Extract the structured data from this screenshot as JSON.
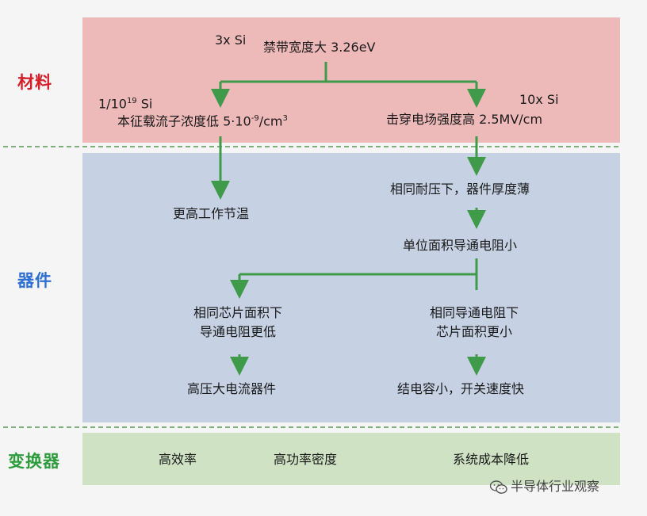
{
  "sections": {
    "material": "材料",
    "device": "器件",
    "converter": "变换器"
  },
  "colors": {
    "material_band": "#eeb9b9",
    "device_band": "#c6d2e4",
    "converter_band": "#cfe2c4",
    "material_label": "#d4202a",
    "device_label": "#2d6fd2",
    "converter_label": "#2e9b3c",
    "arrow": "#3f9a4a"
  },
  "material": {
    "ratio_bandgap": "3x Si",
    "bandgap": "禁带宽度大 3.26eV",
    "ratio_intrinsic": "1/10",
    "ratio_intrinsic_exp": "19",
    "ratio_intrinsic_unit": " Si",
    "intrinsic_text": "本征载流子浓度低  5·10",
    "intrinsic_exp": "-9",
    "intrinsic_unit": "/cm",
    "intrinsic_unit_exp": "3",
    "ratio_breakdown": "10x Si",
    "breakdown": "击穿电场强度高 2.5MV/cm"
  },
  "device": {
    "higher_temp": "更高工作节温",
    "thinner": "相同耐压下，器件厚度薄",
    "low_resistance": "单位面积导通电阻小",
    "same_chip_line1": "相同芯片面积下",
    "same_chip_line2": "导通电阻更低",
    "same_res_line1": "相同导通电阻下",
    "same_res_line2": "芯片面积更小",
    "high_voltage": "高压大电流器件",
    "fast_switch": "结电容小，开关速度快"
  },
  "converter": {
    "efficiency": "高效率",
    "power_density": "高功率密度",
    "low_cost": "系统成本降低"
  },
  "watermark": {
    "icon": "wechat-icon",
    "text": "半导体行业观察"
  }
}
